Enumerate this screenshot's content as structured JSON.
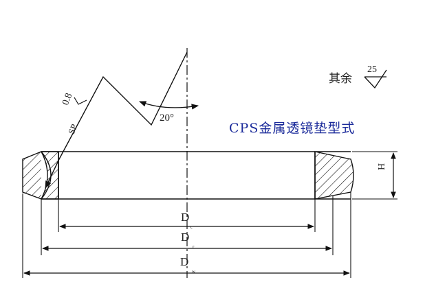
{
  "title": "CPS金属透镜垫型式",
  "surface_finish": {
    "rest_label": "其余",
    "rest_value": "25",
    "sp_label": "SP",
    "sp_value": "0.8"
  },
  "angle_label": "20°",
  "height_label": "H",
  "dimensions": [
    {
      "main": "D",
      "sub": "c"
    },
    {
      "main": "D",
      "sub": "r"
    },
    {
      "main": "D",
      "sub": "w"
    }
  ],
  "colors": {
    "title": "#1a2a9a",
    "lines": "#111111"
  }
}
